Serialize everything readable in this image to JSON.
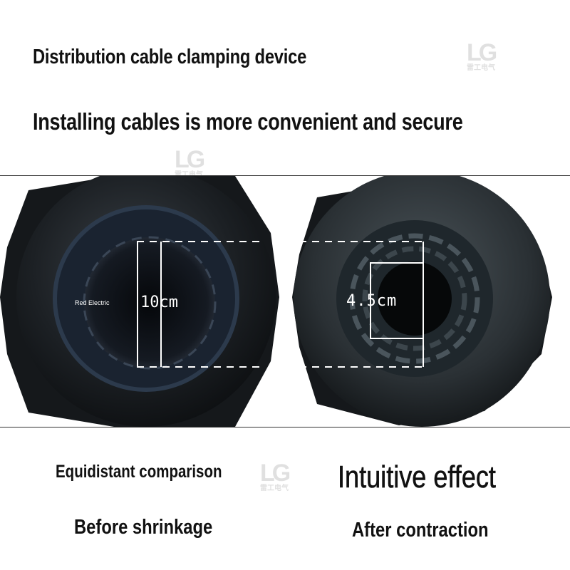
{
  "headline": {
    "title": "Distribution cable clamping device",
    "subtitle": "Installing cables is more convenient and secure"
  },
  "photo": {
    "left_gland": {
      "dimension_label": "10cm",
      "brand_text": "Red Electric"
    },
    "right_gland": {
      "dimension_label": "4.5cm"
    }
  },
  "captions": {
    "comparison": "Equidistant comparison",
    "before": "Before shrinkage",
    "effect": "Intuitive effect",
    "after": "After contraction"
  },
  "watermark": {
    "logo": "LG",
    "sub": "雷工电气"
  },
  "colors": {
    "background": "#ffffff",
    "gland_body": "#1c2024",
    "dimension_lines": "#ffffff"
  }
}
